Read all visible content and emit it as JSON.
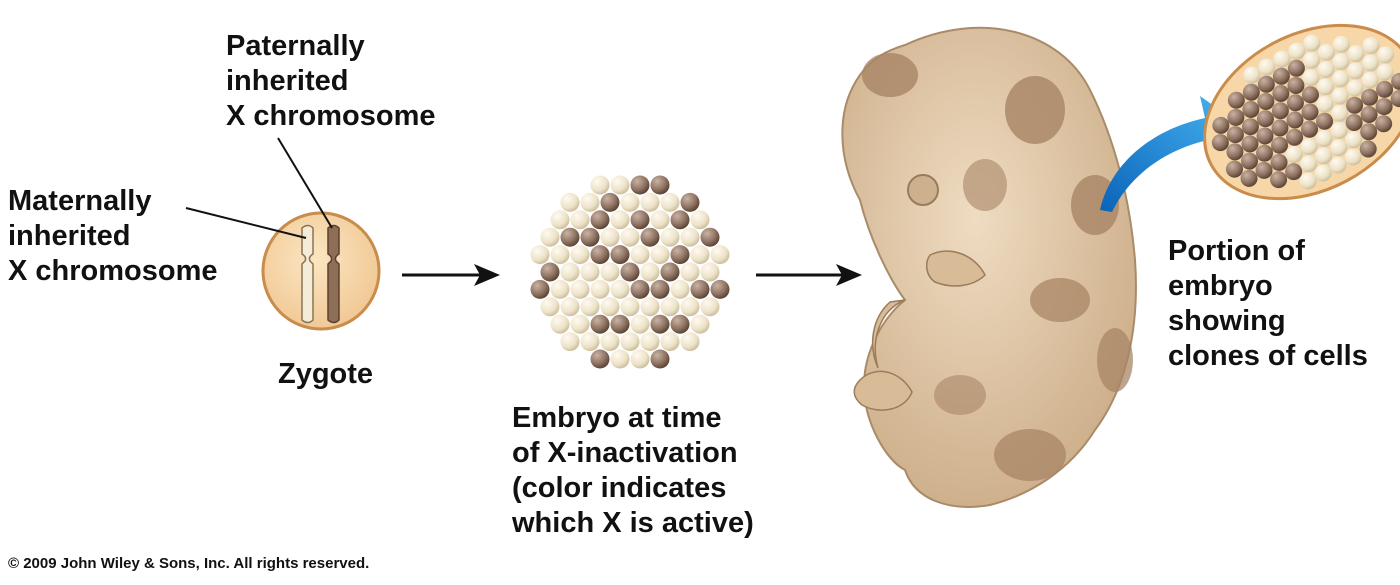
{
  "labels": {
    "paternal": [
      "Paternally",
      "inherited",
      "X chromosome"
    ],
    "maternal": [
      "Maternally",
      "inherited",
      "X chromosome"
    ],
    "zygote": "Zygote",
    "embryo_inactivation": [
      "Embryo at time",
      "of X-inactivation",
      "(color indicates",
      "which X is active)"
    ],
    "portion": [
      "Portion of",
      "embryo",
      "showing",
      "clones of cells"
    ]
  },
  "copyright": "© 2009 John Wiley & Sons, Inc. All rights reserved.",
  "colors": {
    "maternal_cell": "#efe6d0",
    "paternal_cell": "#9a7e6e",
    "zygote_fill": "#f7d7a8",
    "zygote_border": "#c98c4a",
    "embryo_skin": "#dcc3a3",
    "embryo_patch": "#a88565",
    "arrow_blue": "#1a8fe0",
    "arrow_black": "#111111"
  }
}
